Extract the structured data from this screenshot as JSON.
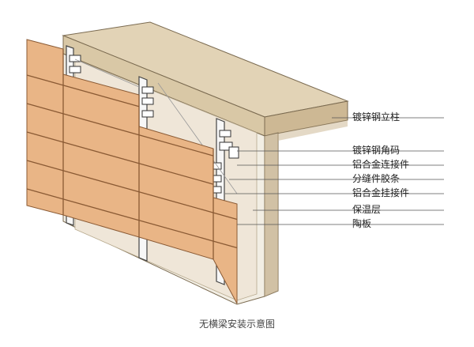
{
  "diagram": {
    "caption": "无横梁安装示意图",
    "callouts": [
      {
        "id": "galvanized-steel-column",
        "label": "镀锌钢立柱"
      },
      {
        "id": "galvanized-steel-bracket",
        "label": "镀锌钢角码"
      },
      {
        "id": "aluminum-connector",
        "label": "铝合金连接件"
      },
      {
        "id": "separation-rubber-strip",
        "label": "分缝件胶条"
      },
      {
        "id": "aluminum-hanger",
        "label": "铝合金挂接件"
      },
      {
        "id": "insulation-layer",
        "label": "保温层"
      },
      {
        "id": "terracotta-panel",
        "label": "陶板"
      }
    ]
  },
  "colors": {
    "panel": "#e9b586",
    "panel_line": "#8a5a34",
    "slab_top": "#e2d3b6",
    "slab_front": "#cdb894",
    "wall": "#f2eee4",
    "insulation": "#efe6d8",
    "leader": "#555555"
  }
}
